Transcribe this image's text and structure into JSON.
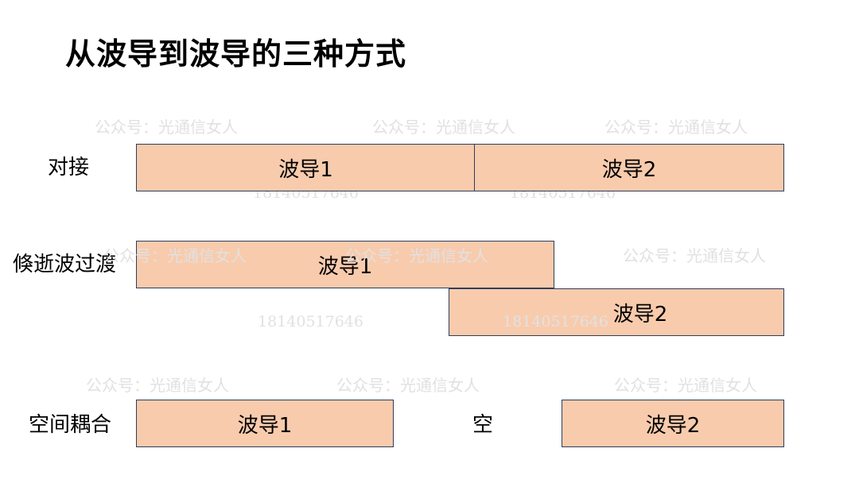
{
  "title": "从波导到波导的三种方式",
  "rows": [
    {
      "label": "对接",
      "waveguides": [
        "波导1",
        "波导2"
      ]
    },
    {
      "label": "倏逝波过渡",
      "waveguides": [
        "波导1",
        "波导2"
      ]
    },
    {
      "label": "空间耦合",
      "waveguides": [
        "波导1",
        "波导2"
      ],
      "gap_label": "空"
    }
  ],
  "colors": {
    "waveguide_fill": "#f8cbad",
    "waveguide_border": "#2f3e5c",
    "watermark": "#e1e1e1"
  },
  "watermarks": {
    "text": "公众号：光通信女人",
    "number": "18140517646"
  }
}
